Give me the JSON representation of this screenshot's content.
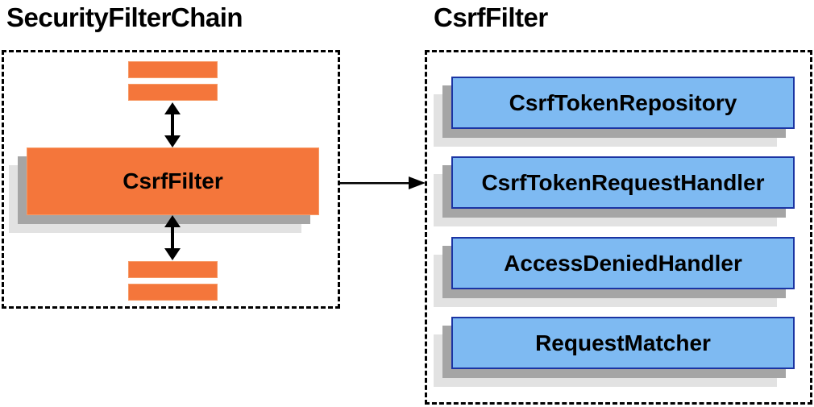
{
  "diagram": {
    "left": {
      "title": "SecurityFilterChain",
      "main_box_label": "CsrfFilter"
    },
    "right": {
      "title": "CsrfFilter",
      "components": [
        "CsrfTokenRepository",
        "CsrfTokenRequestHandler",
        "AccessDeniedHandler",
        "RequestMatcher"
      ]
    }
  },
  "icons": {
    "vertical_connectors": "double-headed-arrow",
    "horizontal_connector": "right-arrow"
  },
  "colors": {
    "orange-fill": "#f4763b",
    "orange-border": "#f79a66",
    "blue-fill": "#7ebaf2",
    "blue-border": "#1b34a3",
    "shadow-dark": "#a5a5a5",
    "shadow-light": "#e2e2e2",
    "connector": "#000000",
    "text": "#000000"
  }
}
